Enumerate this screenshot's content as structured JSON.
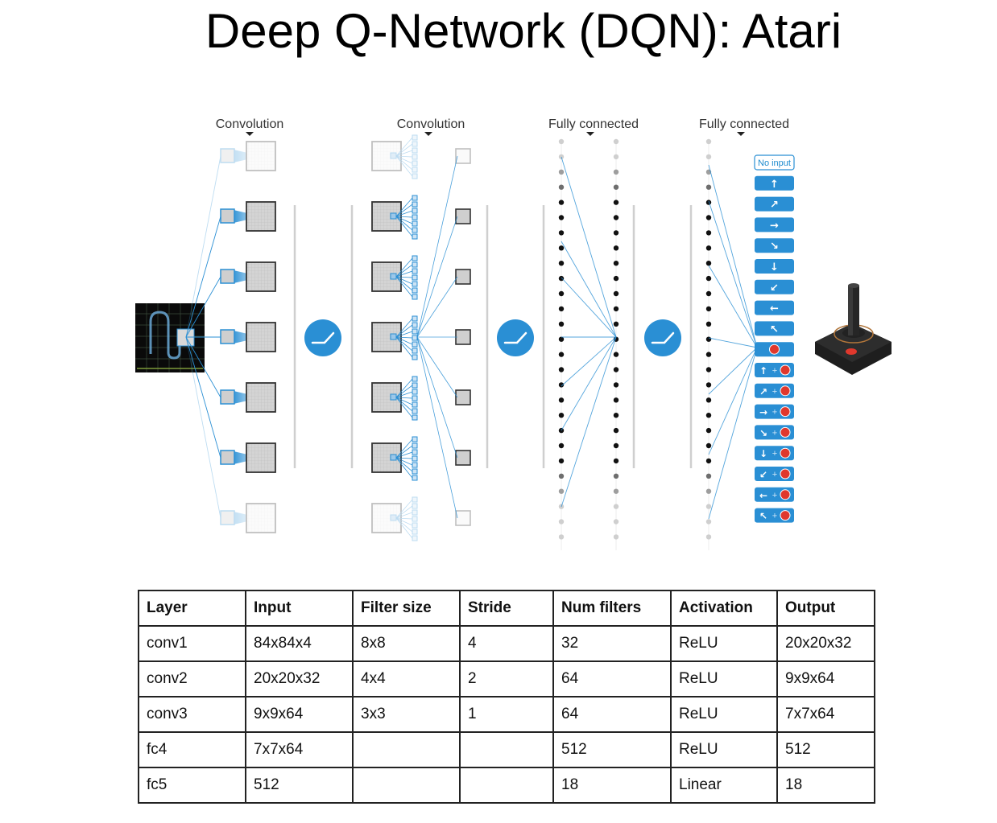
{
  "title": "Deep Q-Network (DQN): Atari",
  "diagram": {
    "stage_labels": [
      "Convolution",
      "Convolution",
      "Fully connected",
      "Fully connected"
    ],
    "activation_icon": "relu-icon",
    "input_icon": "atari-game-frame",
    "controller_icon": "joystick-icon",
    "accent_color": "#2a8fd4",
    "button_red": "#e0382d",
    "actions": [
      {
        "label": "No input",
        "glyph": "",
        "fire": false,
        "outline": true
      },
      {
        "label": "",
        "glyph": "↑",
        "fire": false
      },
      {
        "label": "",
        "glyph": "↗",
        "fire": false
      },
      {
        "label": "",
        "glyph": "→",
        "fire": false
      },
      {
        "label": "",
        "glyph": "↘",
        "fire": false
      },
      {
        "label": "",
        "glyph": "↓",
        "fire": false
      },
      {
        "label": "",
        "glyph": "↙",
        "fire": false
      },
      {
        "label": "",
        "glyph": "←",
        "fire": false
      },
      {
        "label": "",
        "glyph": "↖",
        "fire": false
      },
      {
        "label": "",
        "glyph": "",
        "fire": true
      },
      {
        "label": "",
        "glyph": "↑",
        "fire": true
      },
      {
        "label": "",
        "glyph": "↗",
        "fire": true
      },
      {
        "label": "",
        "glyph": "→",
        "fire": true
      },
      {
        "label": "",
        "glyph": "↘",
        "fire": true
      },
      {
        "label": "",
        "glyph": "↓",
        "fire": true
      },
      {
        "label": "",
        "glyph": "↙",
        "fire": true
      },
      {
        "label": "",
        "glyph": "←",
        "fire": true
      },
      {
        "label": "",
        "glyph": "↖",
        "fire": true
      }
    ],
    "plus_sign": "+"
  },
  "table": {
    "headers": [
      "Layer",
      "Input",
      "Filter size",
      "Stride",
      "Num filters",
      "Activation",
      "Output"
    ],
    "rows": [
      [
        "conv1",
        "84x84x4",
        "8x8",
        "4",
        "32",
        "ReLU",
        "20x20x32"
      ],
      [
        "conv2",
        "20x20x32",
        "4x4",
        "2",
        "64",
        "ReLU",
        "9x9x64"
      ],
      [
        "conv3",
        "9x9x64",
        "3x3",
        "1",
        "64",
        "ReLU",
        "7x7x64"
      ],
      [
        "fc4",
        "7x7x64",
        "",
        "",
        "512",
        "ReLU",
        "512"
      ],
      [
        "fc5",
        "512",
        "",
        "",
        "18",
        "Linear",
        "18"
      ]
    ]
  }
}
